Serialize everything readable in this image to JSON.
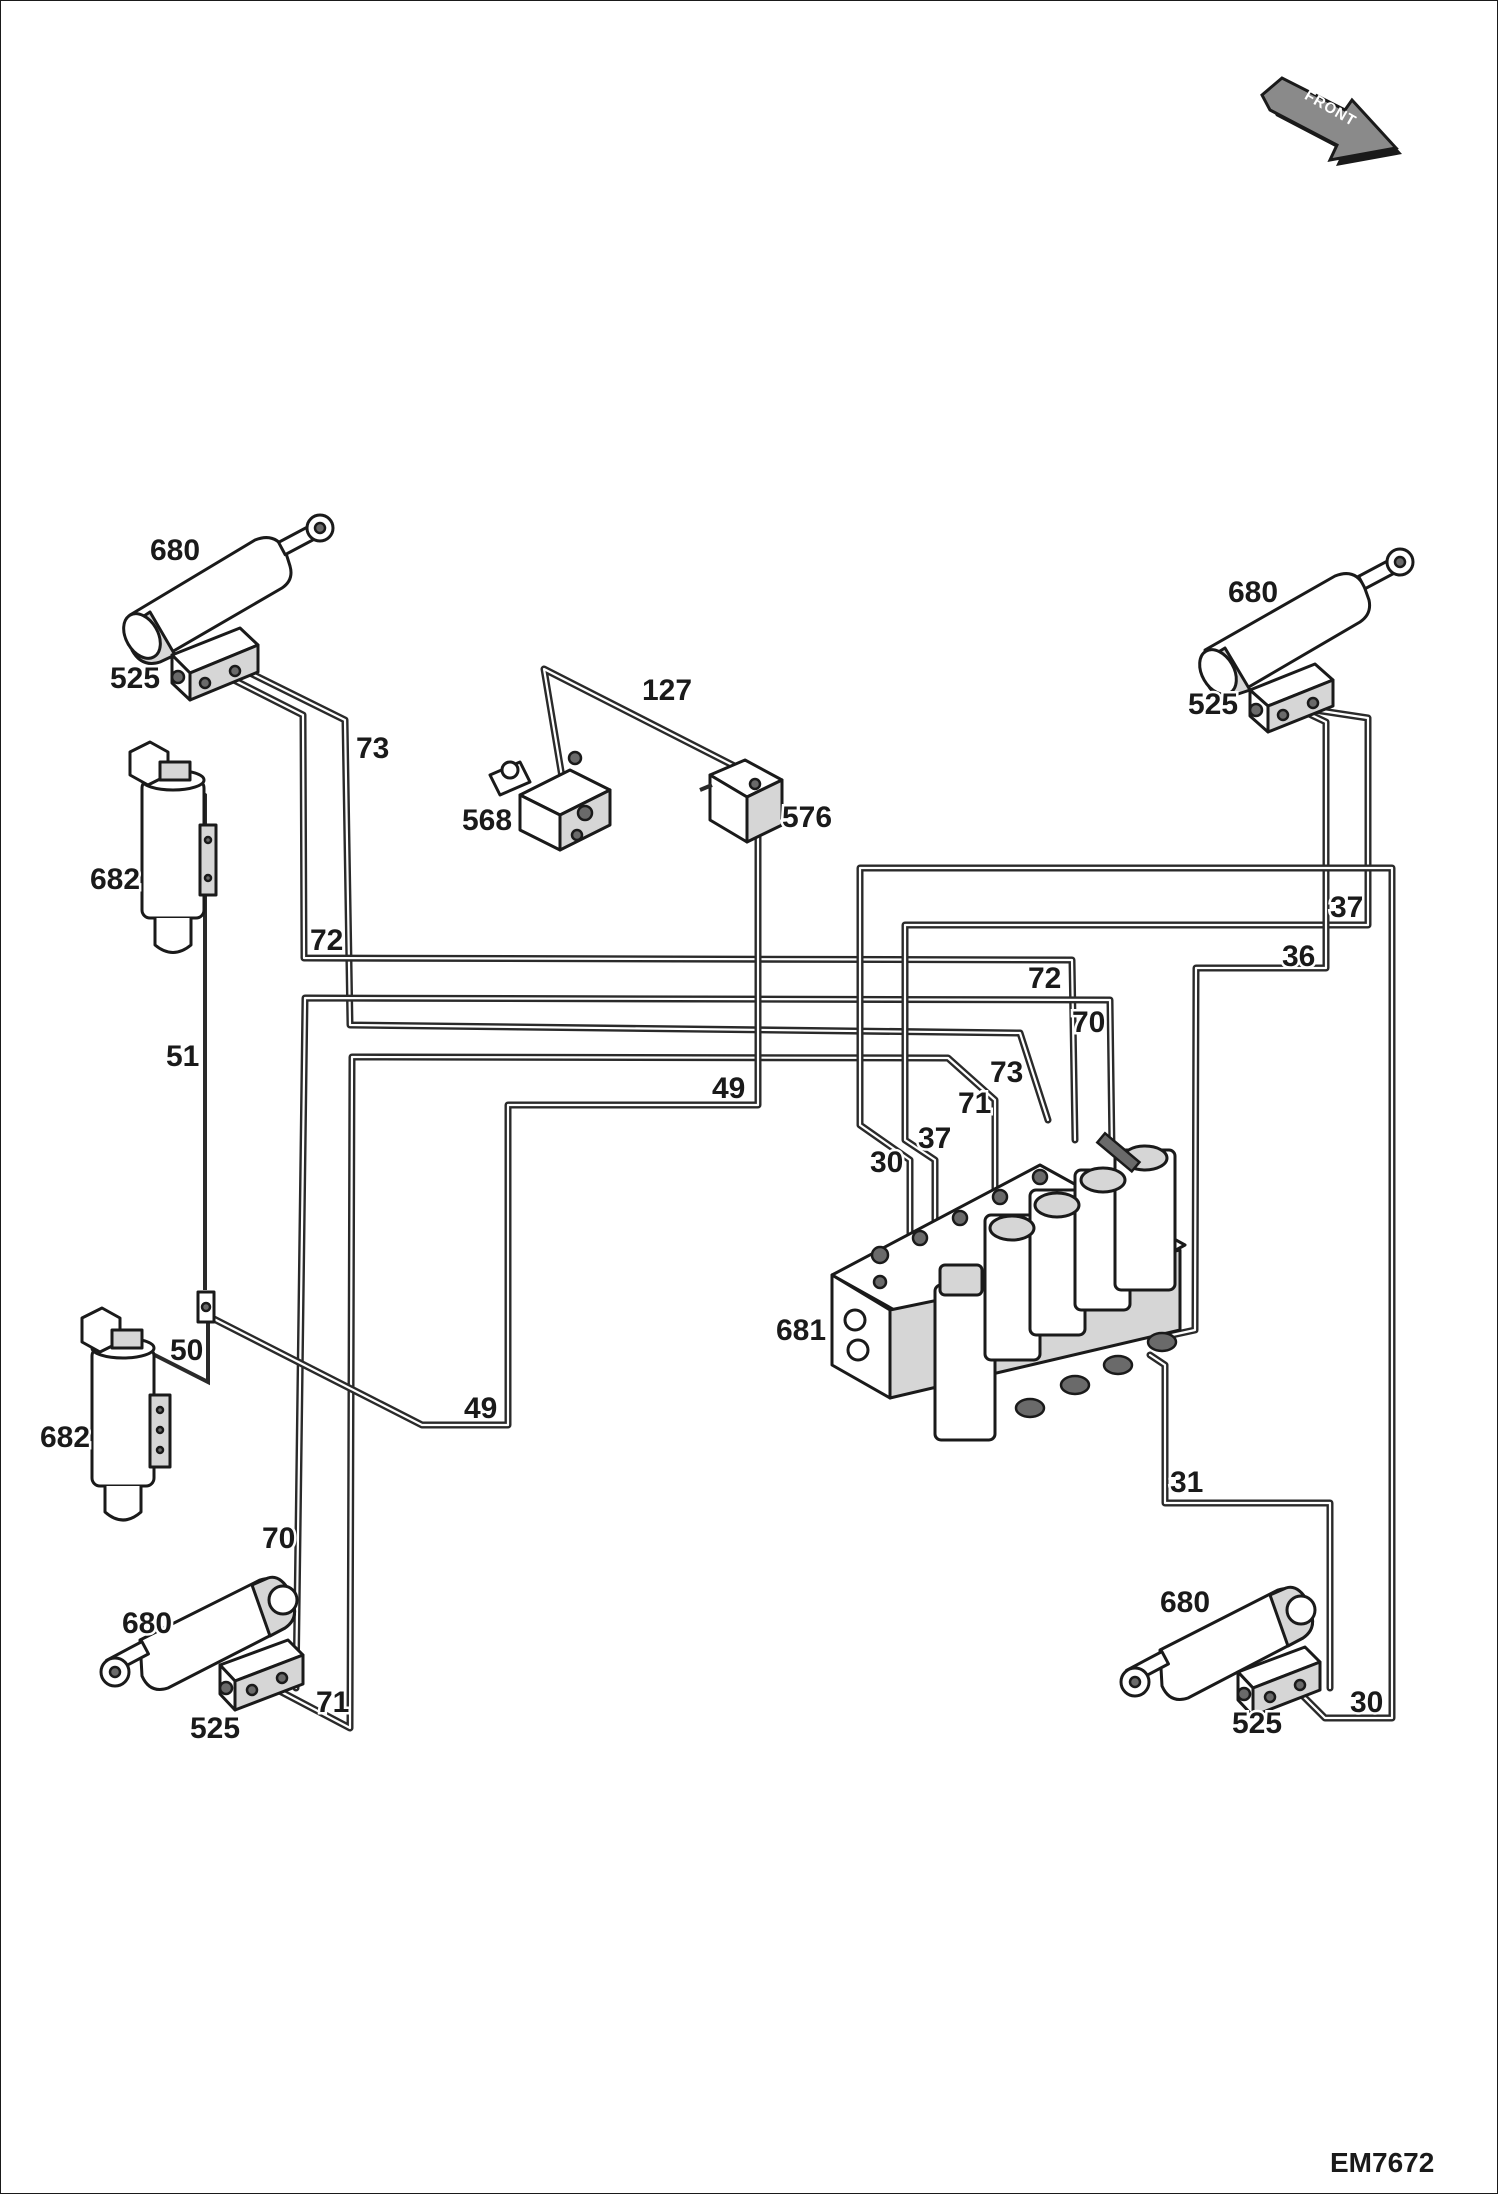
{
  "diagram": {
    "figure_code": "EM7672",
    "direction_label": "FRONT",
    "component_labels": {
      "cylinder_top_left": "680",
      "cylinder_top_right": "680",
      "cylinder_bottom_left": "680",
      "cylinder_bottom_right": "680",
      "block_top_left": "525",
      "block_top_right": "525",
      "block_bottom_left": "525",
      "block_bottom_right": "525",
      "accumulator_upper": "682",
      "accumulator_lower": "682",
      "switch_valve": "568",
      "pressure_switch": "576",
      "control_valve": "681"
    },
    "hose_labels": {
      "h127": "127",
      "h73_top": "73",
      "h72_left": "72",
      "h72_right": "72",
      "h70_right": "70",
      "h73_right": "73",
      "h71_right": "71",
      "h37_top": "37",
      "h36": "36",
      "h37_mid": "37",
      "h30_mid": "30",
      "h49_top": "49",
      "h49_bottom": "49",
      "h51": "51",
      "h50": "50",
      "h70_left": "70",
      "h71_left": "71",
      "h31": "31",
      "h30_bottom": "30"
    }
  }
}
